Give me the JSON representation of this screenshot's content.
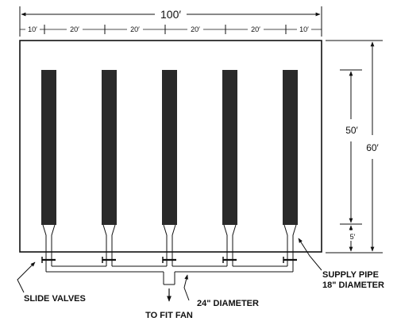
{
  "dimensions": {
    "total_width": "100′",
    "spacings": [
      "10′",
      "20′",
      "20′",
      "20′",
      "20′",
      "10′"
    ],
    "total_height": "60′",
    "channel_length": "50′",
    "transition_length": "5′"
  },
  "labels": {
    "slide_valves": "SLIDE VALVES",
    "supply_pipe_line1": "SUPPLY PIPE",
    "supply_pipe_line2": "18\" DIAMETER",
    "main_diameter": "24\" DIAMETER",
    "to_fan": "TO FIT FAN"
  },
  "channel_count": 5,
  "colors": {
    "line": "#111111",
    "channel": "#2a2a2a",
    "background": "#ffffff"
  }
}
